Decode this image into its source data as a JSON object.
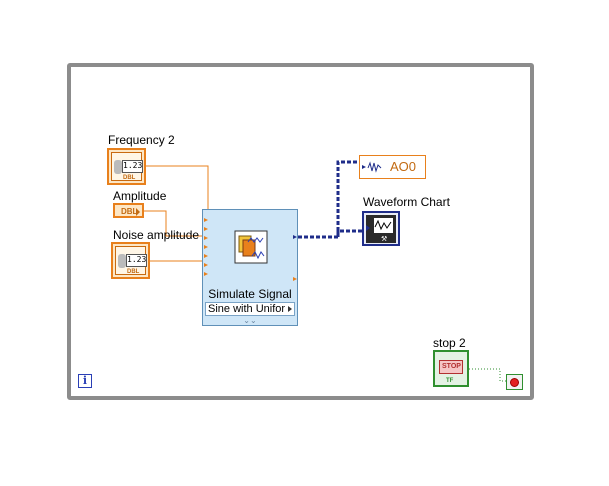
{
  "labels": {
    "frequency": "Frequency 2",
    "amplitude": "Amplitude",
    "noise_amplitude": "Noise amplitude",
    "waveform_chart": "Waveform Chart",
    "stop": "stop 2"
  },
  "controls": {
    "frequency_value": "1.23",
    "noise_value": "1.23",
    "dbl_tag": "DBL",
    "stop_button_text": "STOP",
    "stop_tf_tag": "TF"
  },
  "express_vi": {
    "title": "Simulate Signal",
    "signal_type": "Sine with Unifor",
    "expand_glyph": "⌄⌄"
  },
  "output": {
    "channel": "AO0"
  },
  "info_glyph": "i",
  "colors": {
    "orange_wire": "#e8801c",
    "dynamic_wire": "#1f2d8a",
    "green_wire": "#2f8f2f",
    "loop_border": "#8c8c8c",
    "express_bg": "#cfe6f7"
  }
}
